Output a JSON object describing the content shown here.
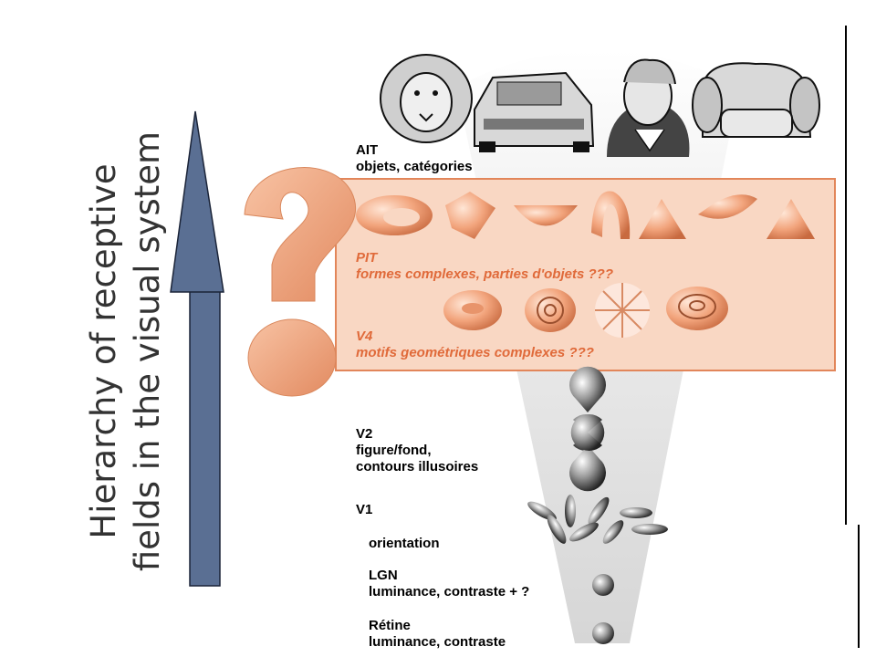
{
  "title": {
    "line1": "Hierarchy of receptive",
    "line2": "fields in the visual system"
  },
  "levels": {
    "ait": {
      "name": "AIT",
      "desc": "objets, catégories"
    },
    "pit": {
      "name": "PIT",
      "desc": "formes complexes, parties d'objets ???"
    },
    "v4": {
      "name": "V4",
      "desc": "motifs geométriques complexes ???"
    },
    "v2": {
      "name": "V2",
      "desc1": "figure/fond,",
      "desc2": "contours illusoires"
    },
    "v1": {
      "name": "V1",
      "desc": "orientation"
    },
    "lgn": {
      "name": "LGN",
      "desc": "luminance, contraste + ?"
    },
    "retina": {
      "name": "Rétine",
      "desc": "luminance, contraste"
    }
  },
  "object_icons": [
    "lion-icon",
    "car-icon",
    "portrait-icon",
    "armchair-icon"
  ],
  "colors": {
    "arrow": "#5a6f93",
    "box_fill": "#f9d7c3",
    "box_border": "#e2865a",
    "shape": "#f0a57e",
    "label_accent": "#e06a3a"
  }
}
